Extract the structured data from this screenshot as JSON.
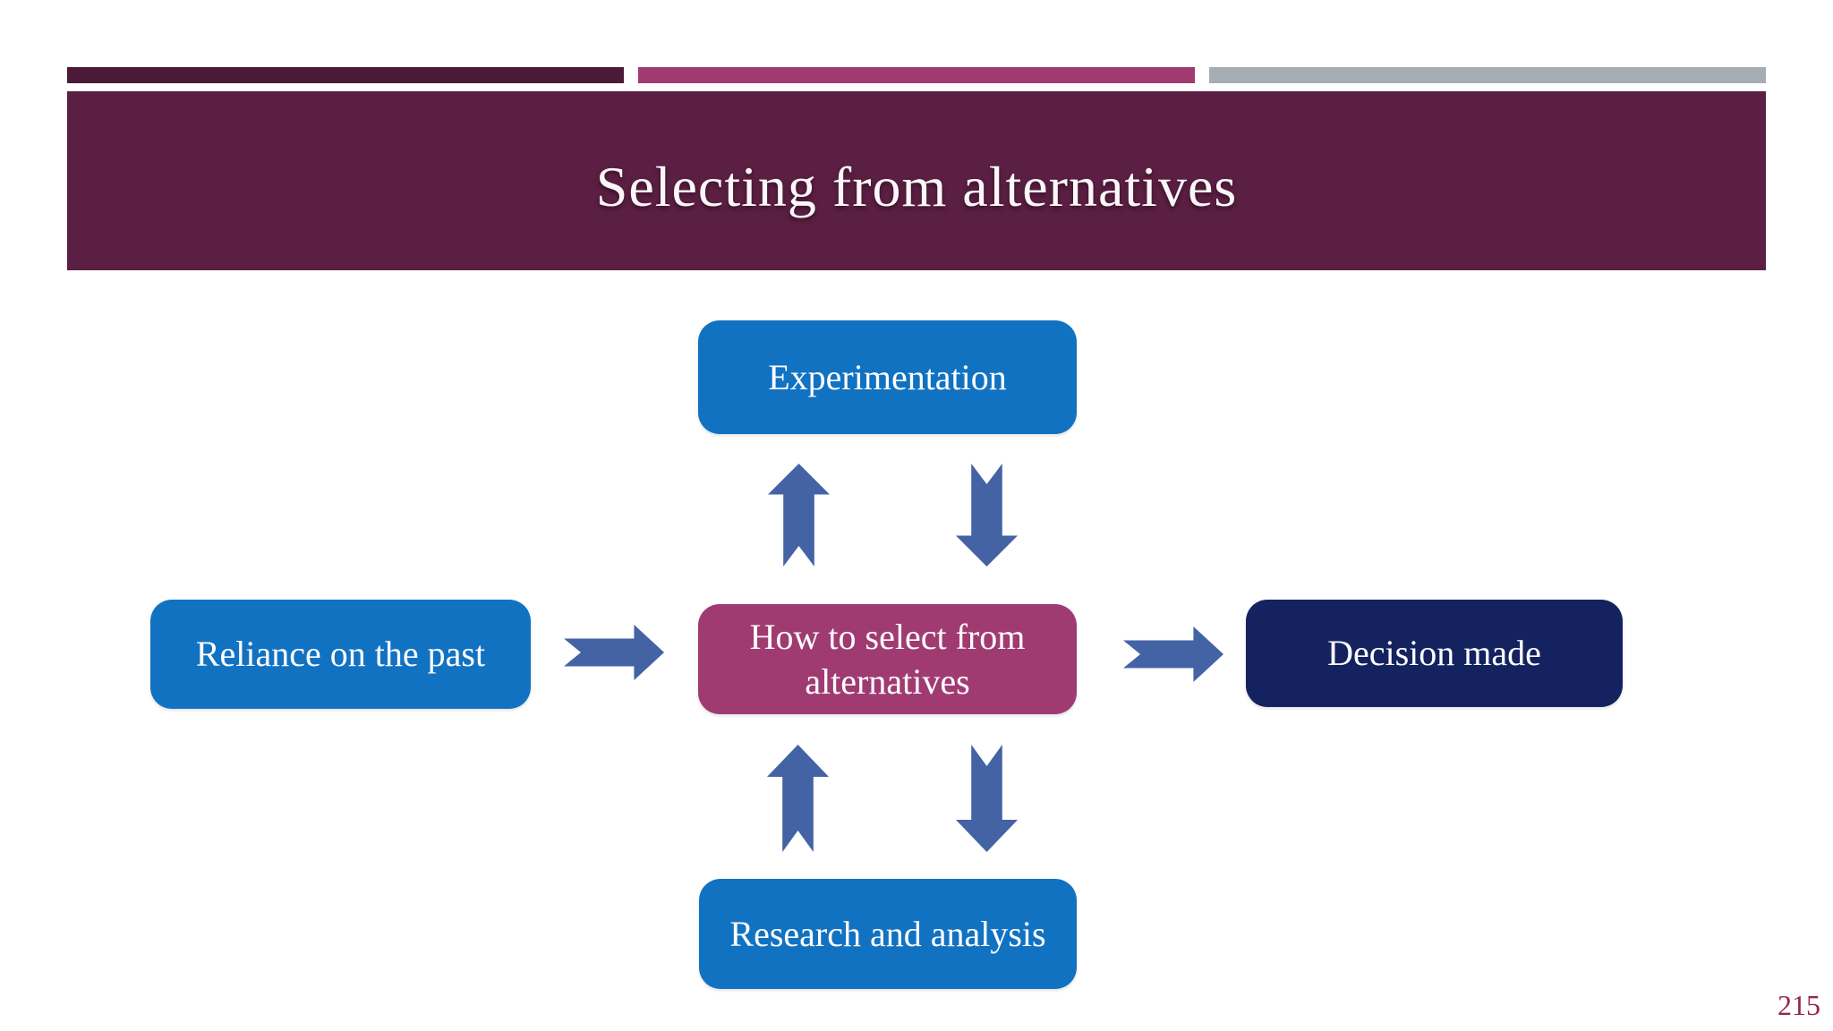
{
  "slide": {
    "title": "Selecting from alternatives",
    "page_number": "215",
    "colors": {
      "accent_bar_1": "#4C1A38",
      "accent_bar_2": "#A23A72",
      "accent_bar_3": "#A7AEB3",
      "title_band_bg": "#5A1F42",
      "title_text": "#FBF7F9",
      "node_blue": "#1272C2",
      "node_magenta": "#A03B72",
      "node_navy": "#14235F",
      "arrow": "#4463A4",
      "page_number_text": "#93274E"
    },
    "diagram": {
      "nodes": {
        "experimentation": {
          "label": "Experimentation",
          "color": "#1272C2"
        },
        "reliance": {
          "label": "Reliance on the past",
          "color": "#1272C2"
        },
        "how_to_select": {
          "label": "How to select from alternatives",
          "color": "#A03B72"
        },
        "decision": {
          "label": "Decision made",
          "color": "#14235F"
        },
        "research": {
          "label": "Research and analysis",
          "color": "#1272C2"
        }
      },
      "arrows": [
        {
          "name": "up-from-center-to-experimentation",
          "direction": "up"
        },
        {
          "name": "down-from-experimentation-to-center",
          "direction": "down"
        },
        {
          "name": "right-from-reliance-to-center",
          "direction": "right"
        },
        {
          "name": "right-from-center-to-decision",
          "direction": "right"
        },
        {
          "name": "up-from-research-to-center",
          "direction": "up"
        },
        {
          "name": "down-from-center-to-research",
          "direction": "down"
        }
      ],
      "arrow_color": "#4463A4"
    }
  }
}
